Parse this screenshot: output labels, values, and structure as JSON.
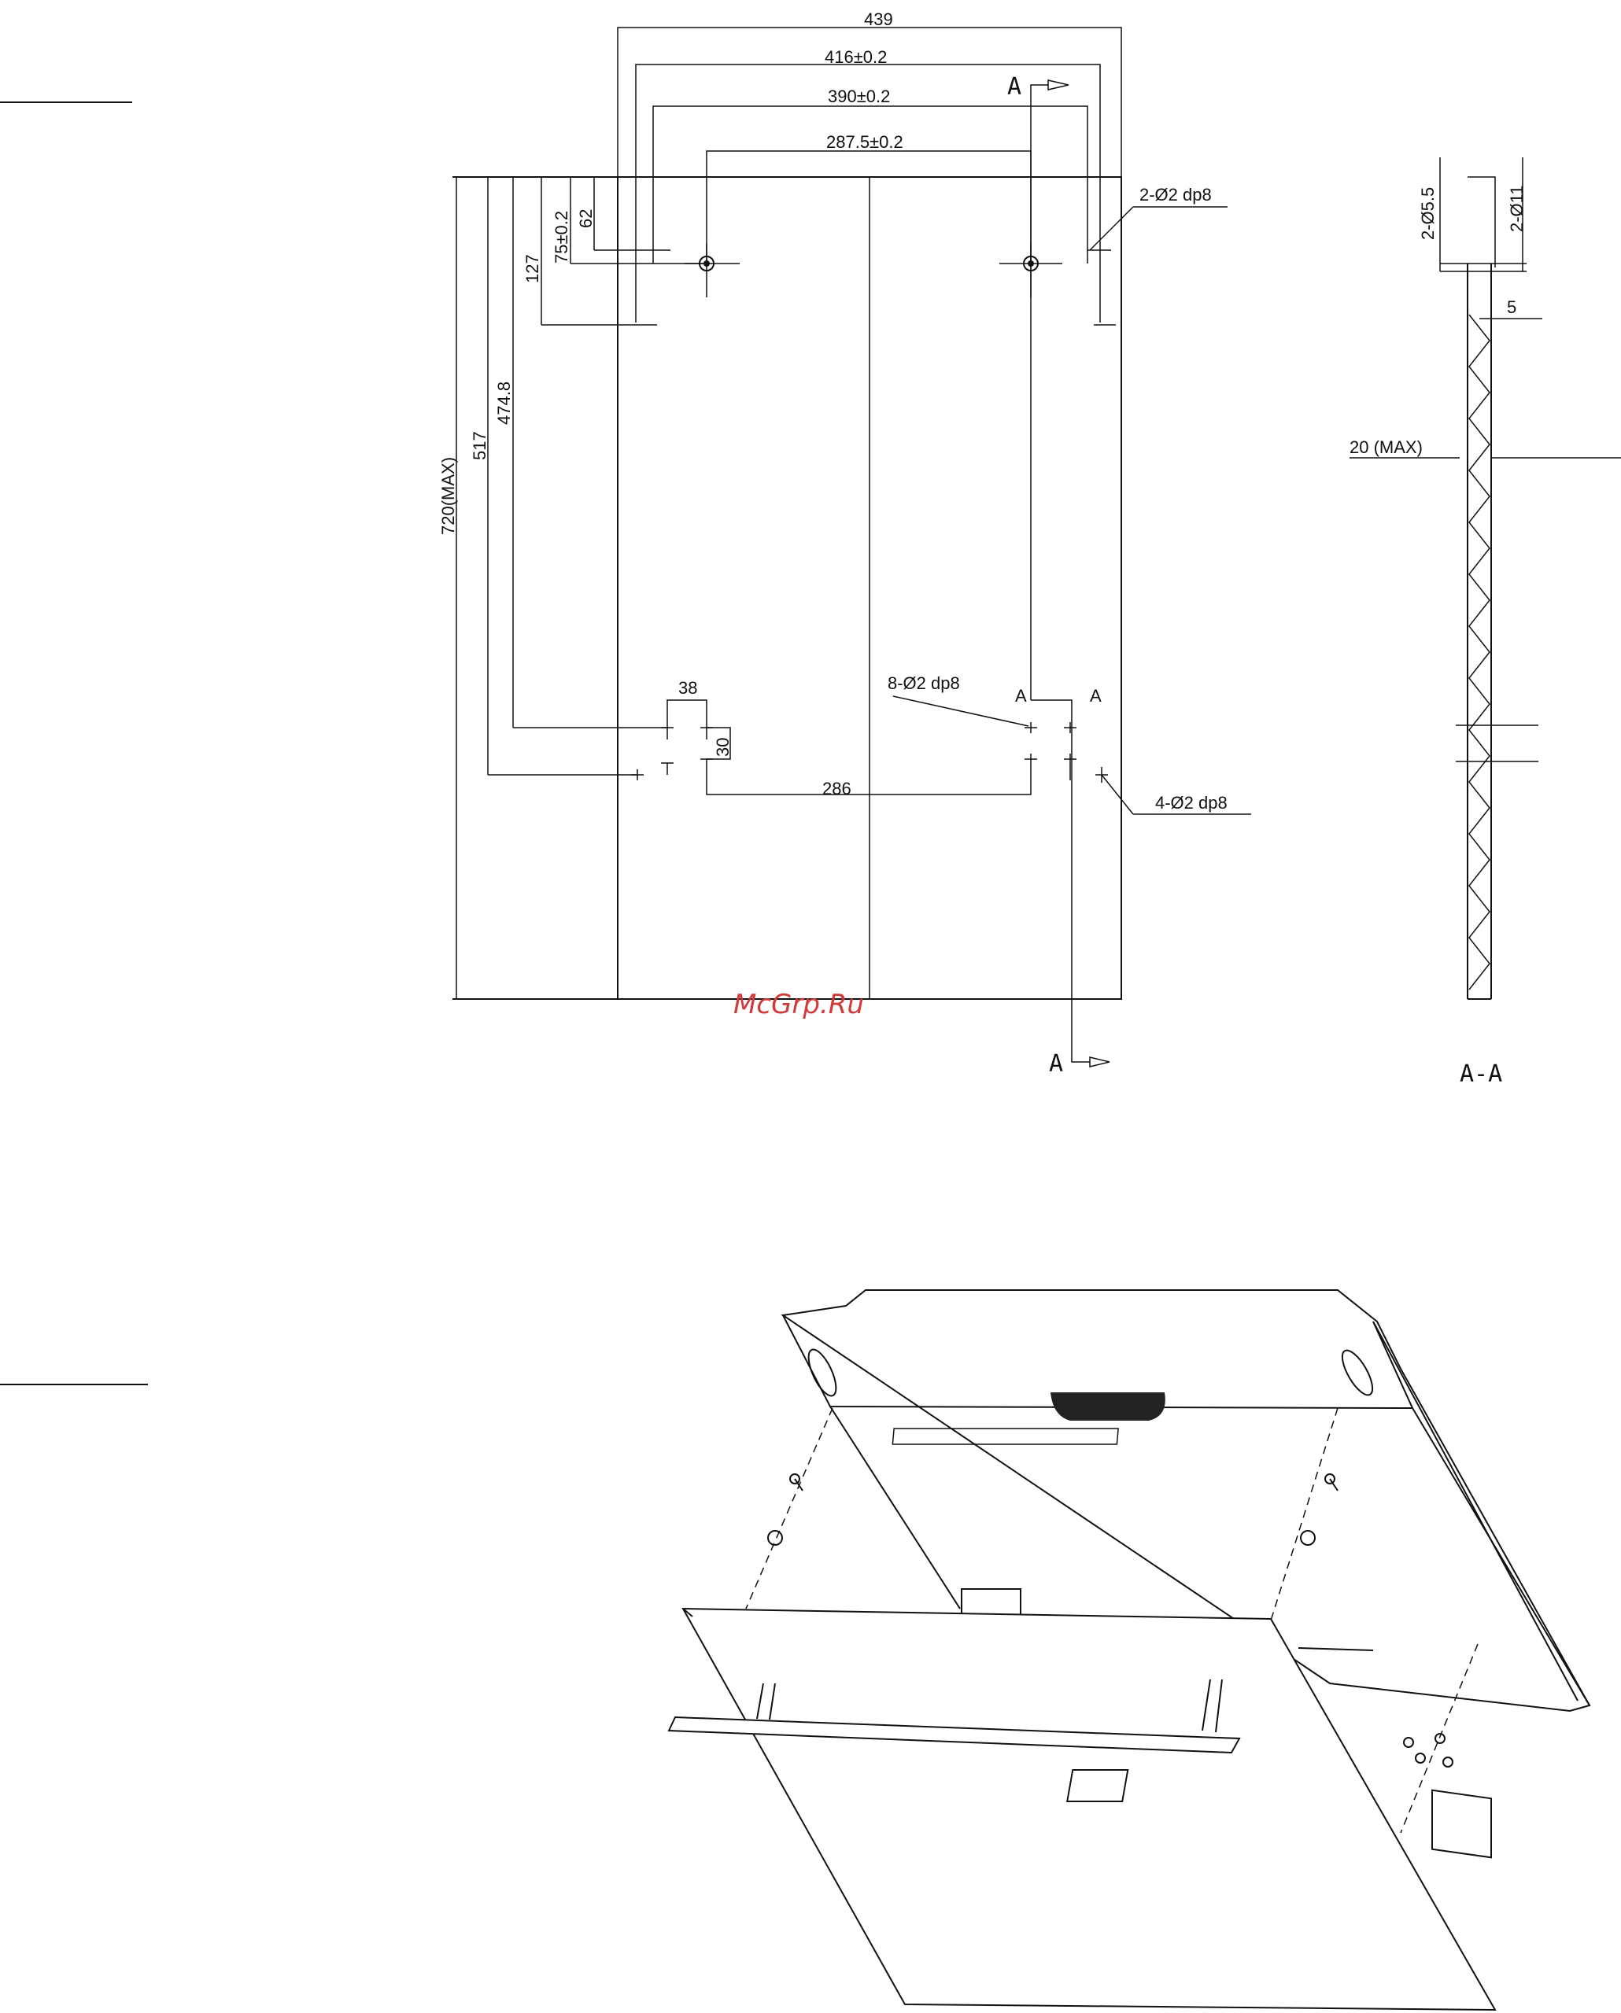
{
  "drawing": {
    "dimensions": {
      "overall_width": "439",
      "width_416": "416±0.2",
      "width_390": "390±0.2",
      "width_287": "287.5±0.2",
      "height_max": "720(MAX)",
      "height_517": "517",
      "height_474": "474.8",
      "height_127": "127",
      "height_75": "75±0.2",
      "height_62": "62",
      "gap_38": "38",
      "gap_30": "30",
      "width_286": "286"
    },
    "callouts": {
      "holes_top": "2-Ø2 dp8",
      "holes_8": "8-Ø2 dp8",
      "holes_4": "4-Ø2 dp8"
    },
    "section_markers": {
      "a_top": "A",
      "a_bottom": "A",
      "a_mid_left": "A",
      "a_mid_right": "A"
    },
    "watermark": "McGrp.Ru"
  },
  "section_view": {
    "title": "A-A",
    "dims": {
      "d55": "2-Ø5.5",
      "d11": "2-Ø11",
      "depth5": "5",
      "max20": "20 (MAX)"
    }
  },
  "colors": {
    "line": "#111111",
    "watermark": "#d23a3a",
    "background": "#ffffff"
  }
}
